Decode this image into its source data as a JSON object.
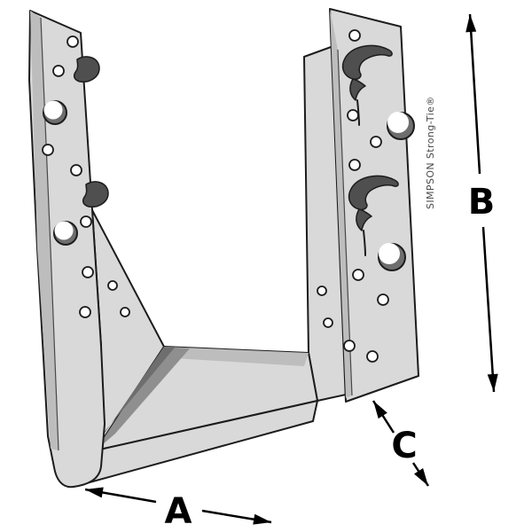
{
  "illustration": {
    "brand_text": "SIMPSON Strong-Tie®"
  },
  "dimensions": {
    "a": {
      "label": "A"
    },
    "b": {
      "label": "B"
    },
    "c": {
      "label": "C"
    }
  },
  "colors": {
    "background": "#ffffff",
    "outline": "#1c1c1c",
    "metal_light": "#d9d9d9",
    "metal_mid": "#bdbdbd",
    "shade_dark": "#8f8f8f",
    "shade_deep": "#6e6e6e",
    "prong_dark": "#4f4f4f",
    "hole_fill": "#ffffff",
    "brand_gray": "#4a4a4a",
    "dim_black": "#000000"
  }
}
